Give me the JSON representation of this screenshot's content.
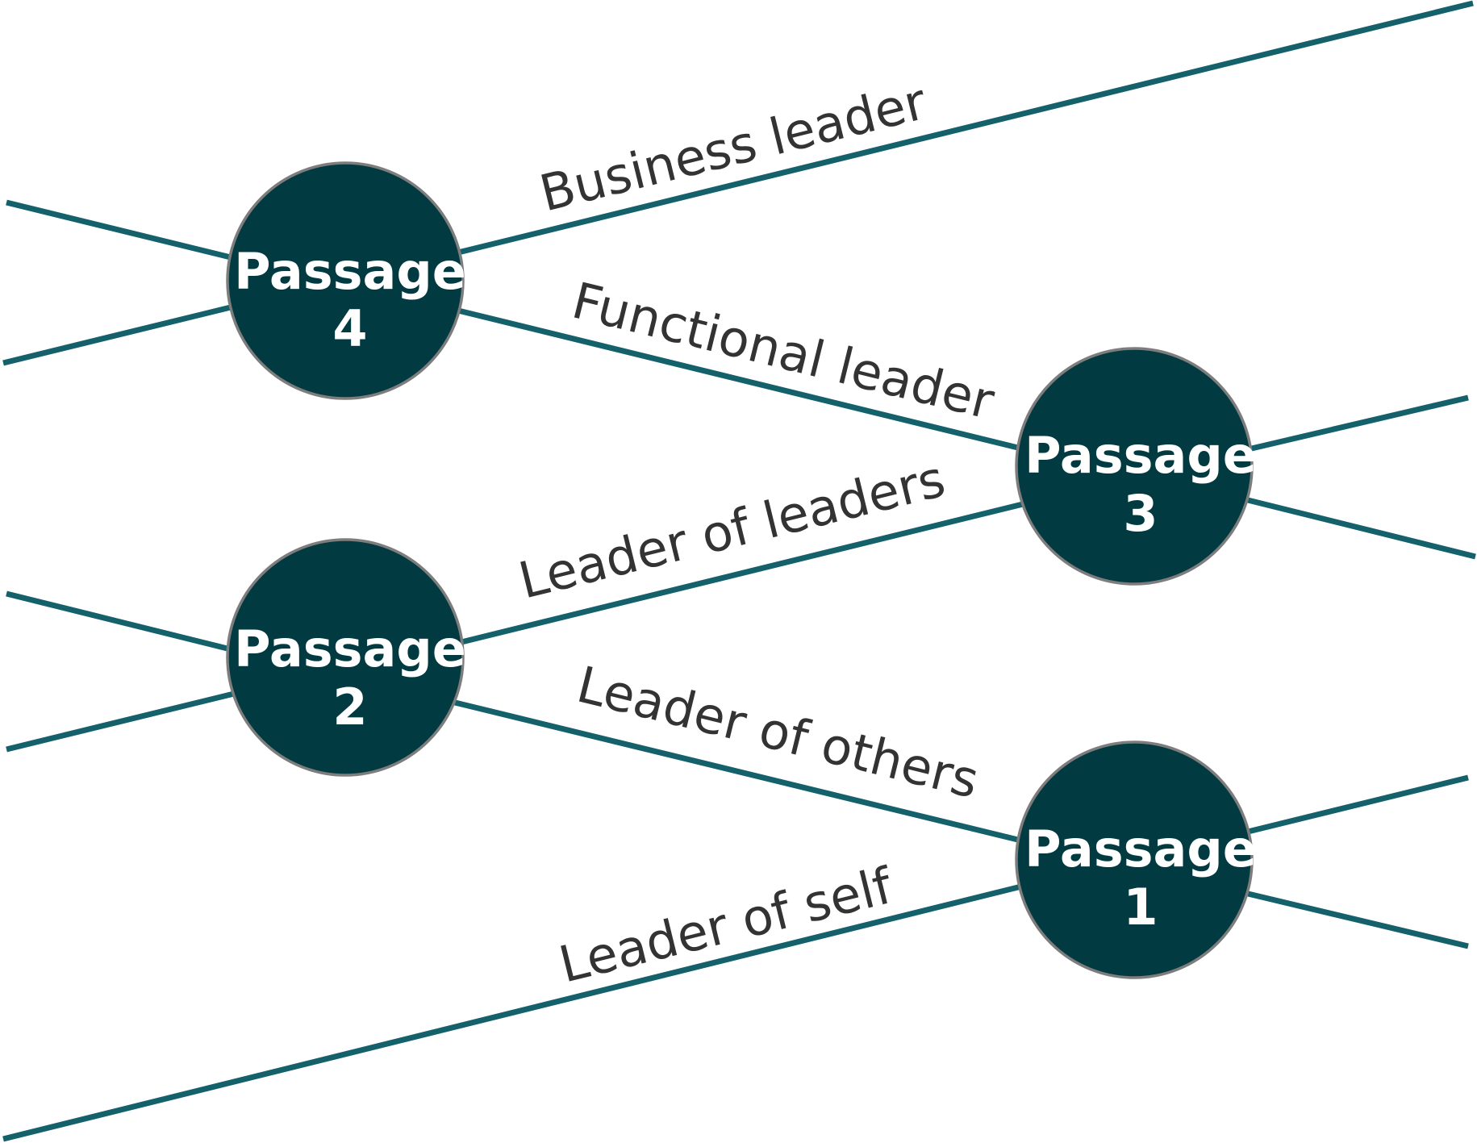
{
  "diagram": {
    "colors": {
      "line": "#14606b",
      "node_fill": "#013a40",
      "node_stroke": "#7d7d7d",
      "node_text": "#ffffff",
      "label_text": "#333333"
    },
    "stages": {
      "leader_of_self": "Leader of self",
      "leader_of_others": "Leader of others",
      "leader_of_leaders": "Leader of leaders",
      "functional_leader": "Functional leader",
      "business_leader": "Business leader"
    },
    "passages": [
      {
        "word": "Passage",
        "number": "1"
      },
      {
        "word": "Passage",
        "number": "2"
      },
      {
        "word": "Passage",
        "number": "3"
      },
      {
        "word": "Passage",
        "number": "4"
      }
    ]
  }
}
